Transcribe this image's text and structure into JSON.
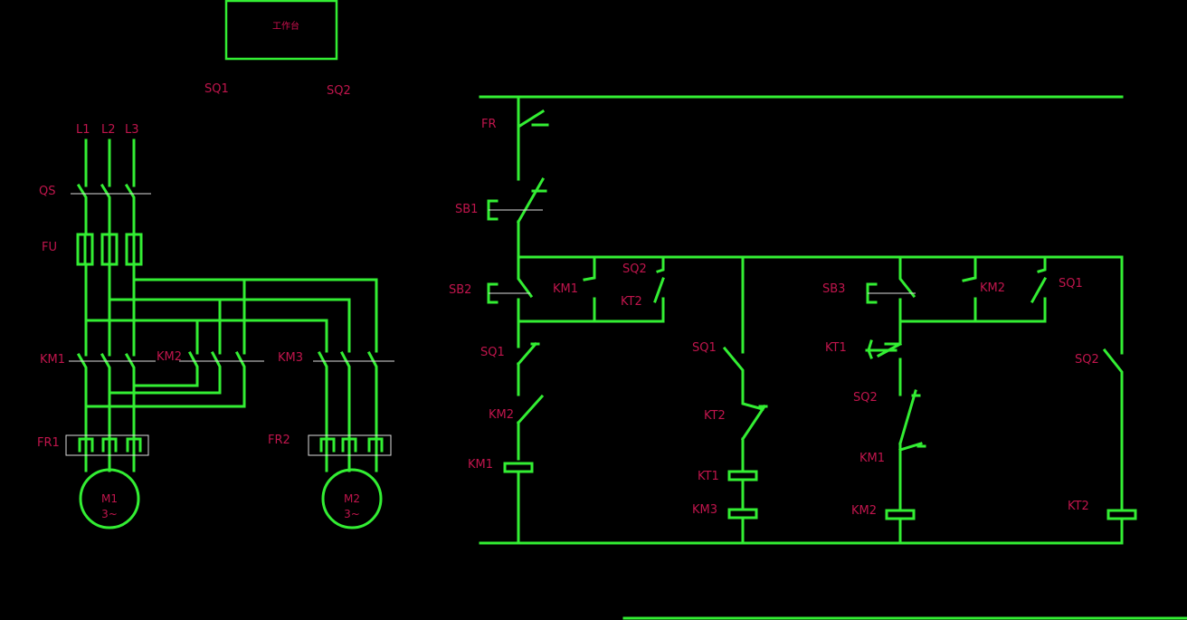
{
  "workbench": "工作台",
  "limit_switches": {
    "left": "SQ1",
    "right": "SQ2"
  },
  "power": {
    "phases": [
      "L1",
      "L2",
      "L3"
    ],
    "switch": "QS",
    "fuse": "FU",
    "contactors": [
      "KM1",
      "KM2",
      "KM3"
    ],
    "thermal_relays": [
      "FR1",
      "FR2"
    ],
    "motors": [
      {
        "name": "M1",
        "type": "3~"
      },
      {
        "name": "M2",
        "type": "3~"
      }
    ]
  },
  "control": {
    "fr": "FR",
    "sb1": "SB1",
    "sb2": "SB2",
    "sb3": "SB3",
    "b1": {
      "hold": "KM1",
      "sq2": "SQ2",
      "kt2": "KT2",
      "sq1": "SQ1",
      "interlock": "KM2",
      "coil": "KM1"
    },
    "b2": {
      "sq1": "SQ1",
      "kt2": "KT2",
      "kt1": "KT1",
      "km3": "KM3"
    },
    "b3": {
      "hold": "KM2",
      "sq1": "SQ1",
      "kt1": "KT1",
      "sq2": "SQ2",
      "interlock": "KM1",
      "coil": "KM2"
    },
    "b4": {
      "sq2": "SQ2",
      "coil": "KT2"
    }
  },
  "colors": {
    "background": "#000000",
    "wire": "#33ee33",
    "label": "#c0154c",
    "mark": "#dddddd"
  }
}
